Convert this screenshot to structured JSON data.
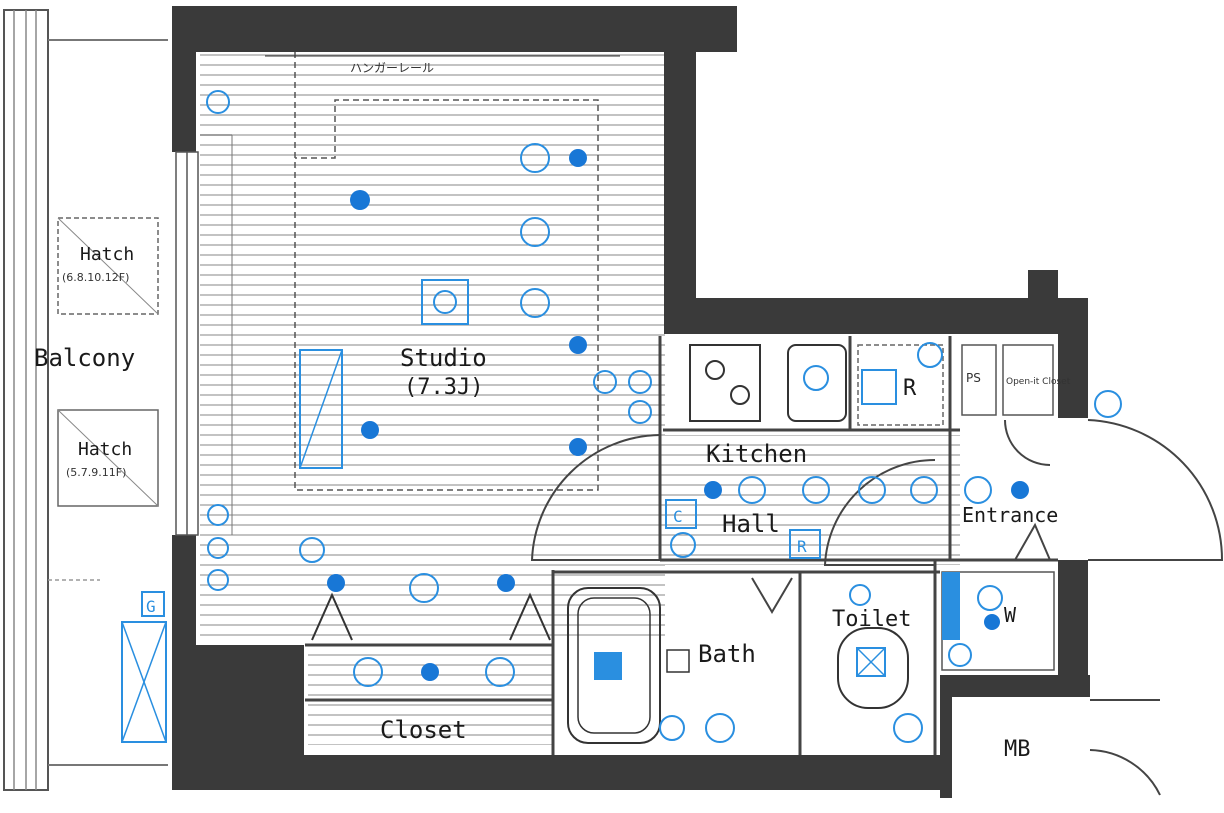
{
  "rooms": {
    "balcony": "Balcony",
    "hatch_a": "Hatch",
    "hatch_a_floors": "(6.8.10.12F)",
    "hatch_b": "Hatch",
    "hatch_b_floors": "(5.7.9.11F)",
    "studio": "Studio",
    "studio_size": "(7.3J)",
    "hanger_rail": "ハンガーレール",
    "closet": "Closet",
    "kitchen": "Kitchen",
    "hall": "Hall",
    "entrance": "Entrance",
    "bath": "Bath",
    "toilet": "Toilet",
    "mb": "MB",
    "ps": "PS",
    "open_closet": "Open-it Closet",
    "fridge": "R",
    "washer": "W",
    "gas_meter": "G",
    "small_r": "R",
    "small_c": "C"
  },
  "colors": {
    "wall": "#3a3a3a",
    "fixture": "#2a8fe0",
    "dot": "#1877d6",
    "floor_line": "#9a9a9a"
  }
}
